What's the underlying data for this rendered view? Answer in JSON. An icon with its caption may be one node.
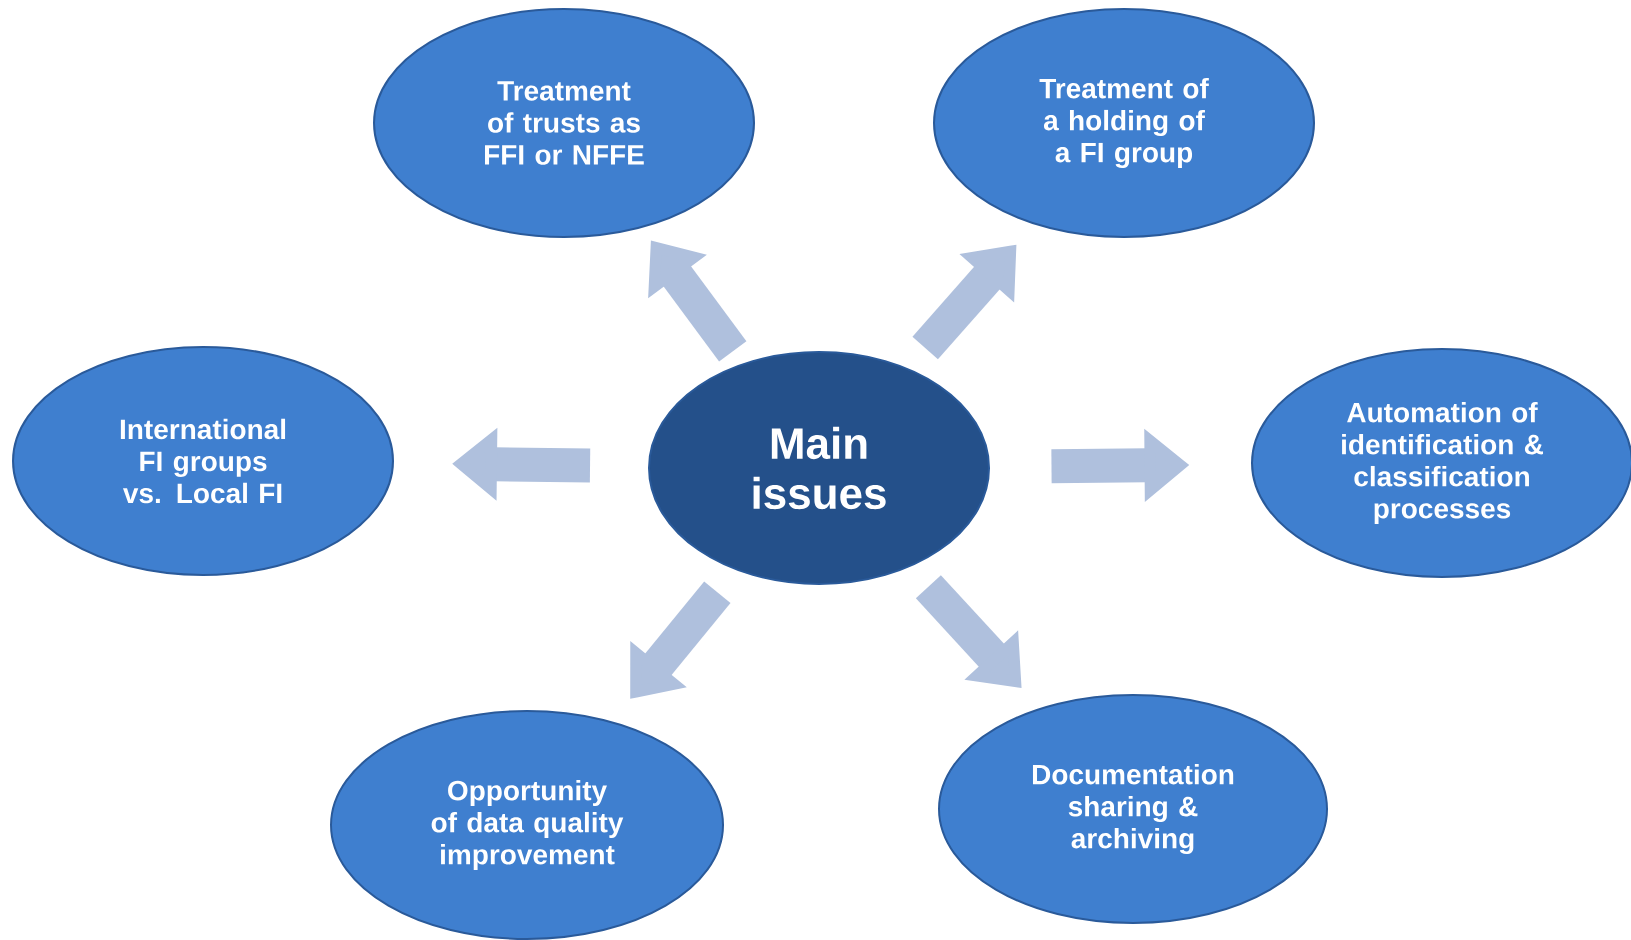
{
  "diagram": {
    "nodes": [
      {
        "text": [
          "Main issues"
        ]
      },
      {
        "text": [
          "Treatment of trusts as FFI or NFFE"
        ]
      },
      {
        "text": [
          "Treatment of a holding of a FI group"
        ]
      },
      {
        "text": [
          "International FI groups vs. Local FI"
        ]
      },
      {
        "text": [
          "Automation of identification & classification processes"
        ]
      },
      {
        "text": [
          "Opportunity of data quality improvement"
        ]
      },
      {
        "text": [
          "Documentation sharing & archiving"
        ]
      }
    ],
    "edges": [
      {
        "from": 0,
        "to": 1,
        "arrow": "to"
      },
      {
        "from": 0,
        "to": 2,
        "arrow": "to"
      },
      {
        "from": 0,
        "to": 3,
        "arrow": "to"
      },
      {
        "from": 0,
        "to": 4,
        "arrow": "to"
      },
      {
        "from": 0,
        "to": 5,
        "arrow": "to"
      },
      {
        "from": 0,
        "to": 6,
        "arrow": "to"
      }
    ]
  }
}
